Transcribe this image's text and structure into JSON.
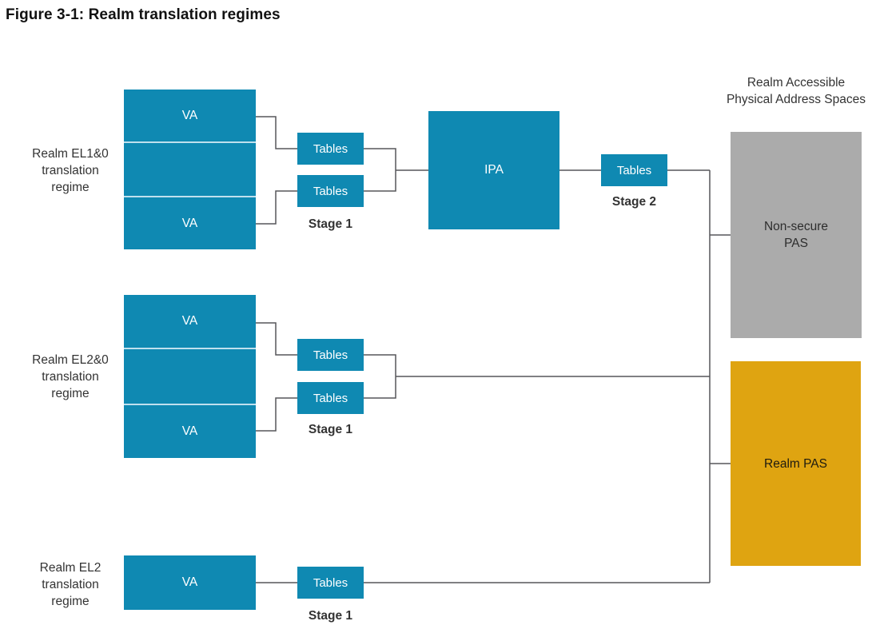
{
  "figure_title": "Figure 3-1: Realm translation regimes",
  "colors": {
    "box_teal": "#0f89b2",
    "pas_gray": "#ababab",
    "pas_gold": "#dfa411",
    "connector": "#57575a"
  },
  "regimes": [
    {
      "label_lines": [
        "Realm EL1&0",
        "translation",
        "regime"
      ],
      "va_top": "VA",
      "va_bottom": "VA",
      "stage1_tables_top": "Tables",
      "stage1_tables_bottom": "Tables",
      "stage_label": "Stage 1"
    },
    {
      "label_lines": [
        "Realm EL2&0",
        "translation",
        "regime"
      ],
      "va_top": "VA",
      "va_bottom": "VA",
      "stage1_tables_top": "Tables",
      "stage1_tables_bottom": "Tables",
      "stage_label": "Stage 1"
    },
    {
      "label_lines": [
        "Realm EL2",
        "translation",
        "regime"
      ],
      "va": "VA",
      "stage1_tables": "Tables",
      "stage_label": "Stage 1"
    }
  ],
  "ipa_label": "IPA",
  "stage2": {
    "tables": "Tables",
    "stage_label": "Stage 2"
  },
  "pas": {
    "heading_lines": [
      "Realm Accessible",
      "Physical Address Spaces"
    ],
    "non_secure_lines": [
      "Non-secure",
      "PAS"
    ],
    "realm_label": "Realm PAS"
  }
}
